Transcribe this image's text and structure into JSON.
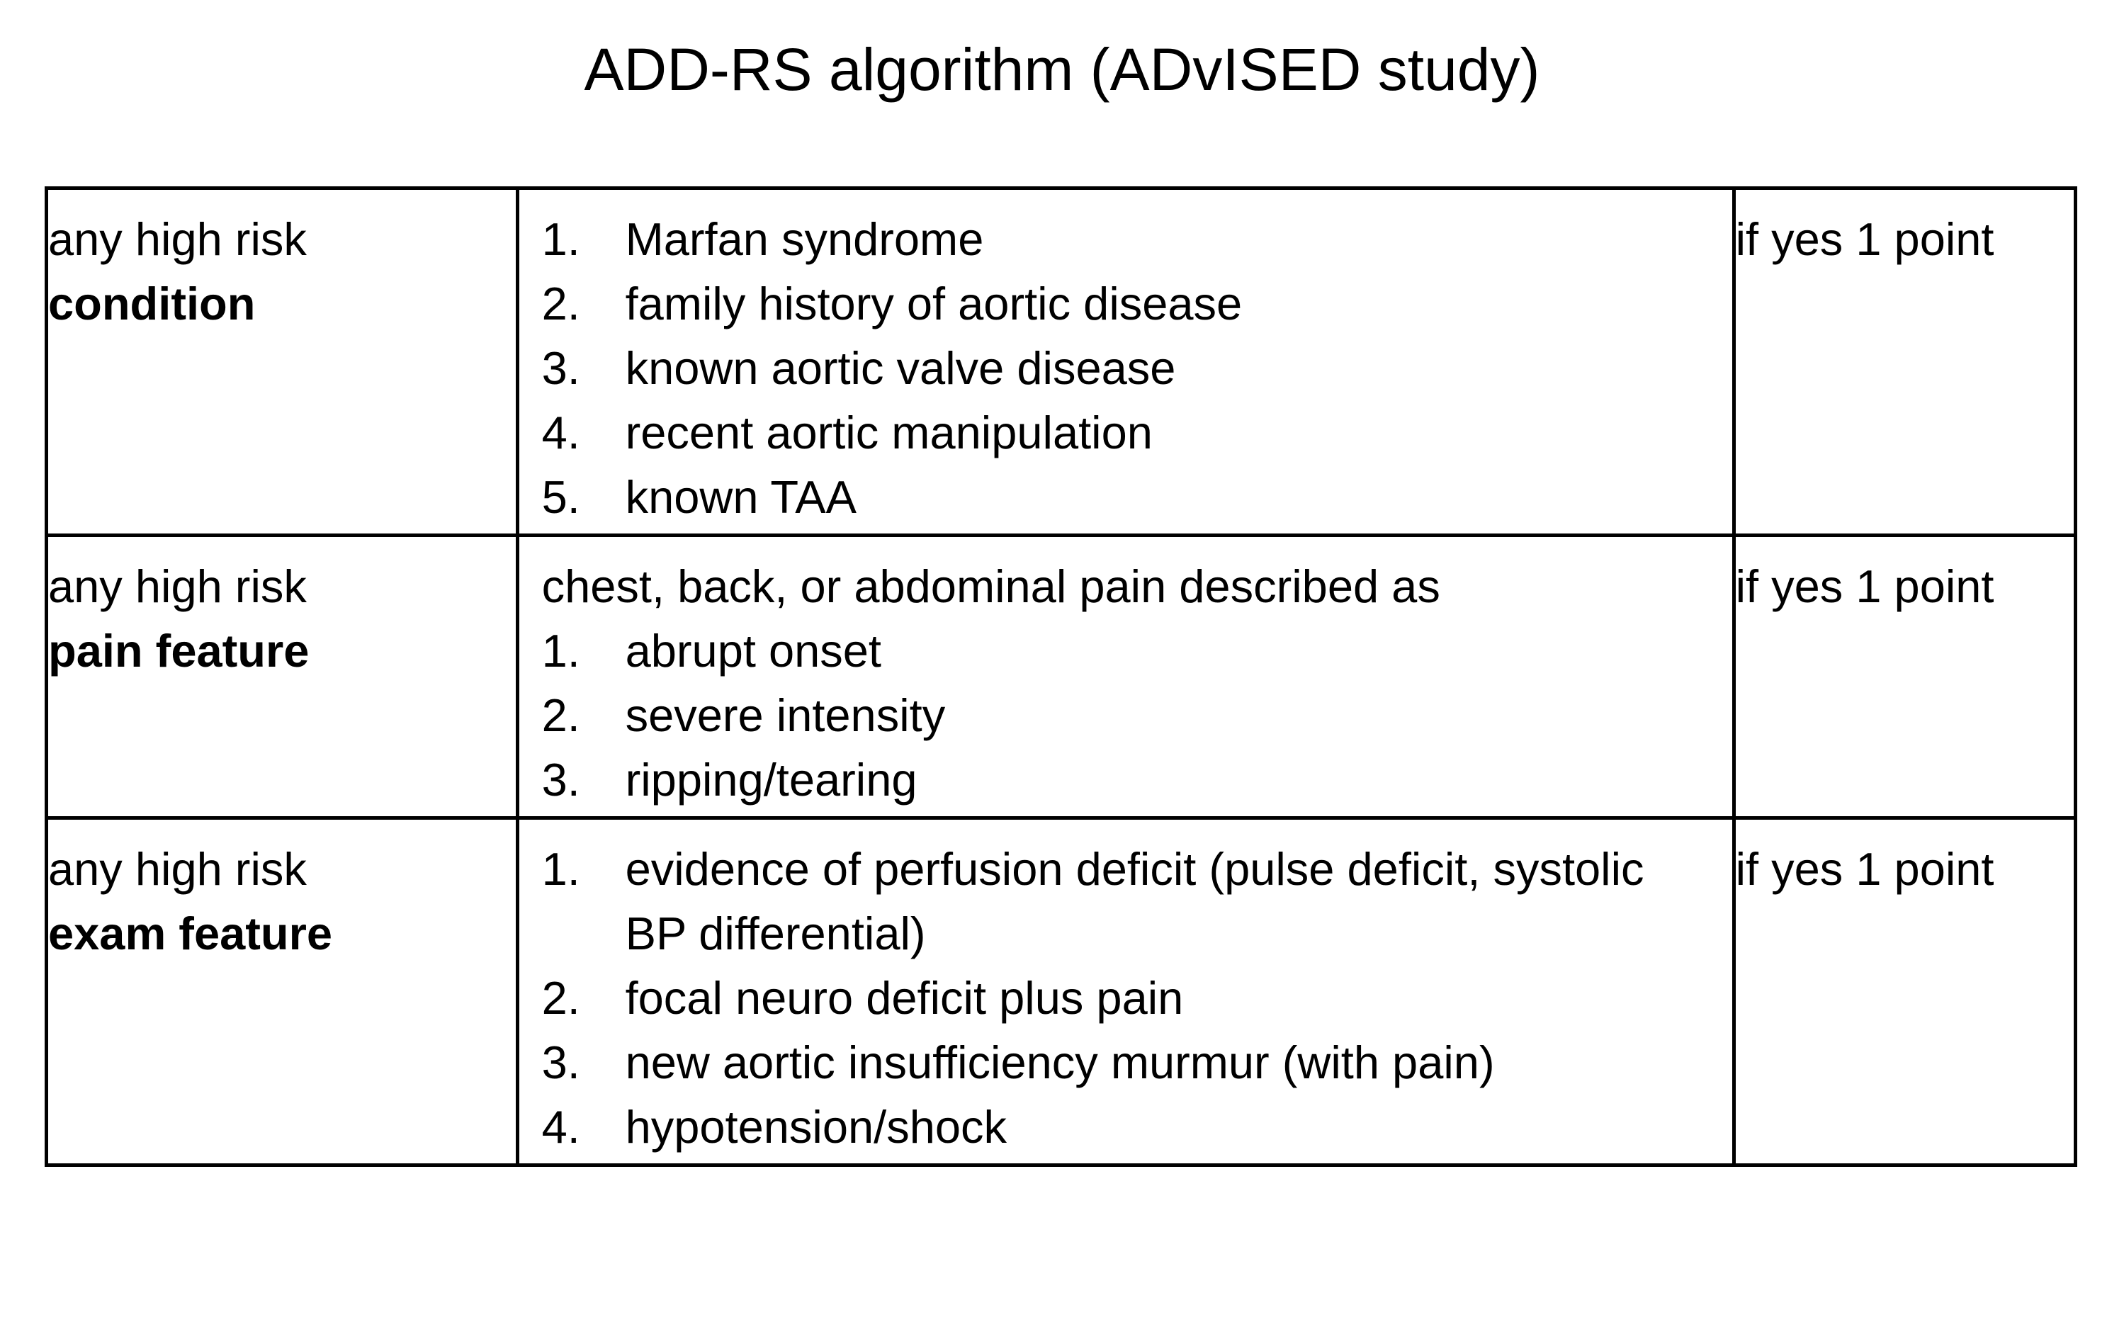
{
  "title": "ADD-RS algorithm (ADvISED study)",
  "colors": {
    "text": "#000000",
    "border": "#000000",
    "background": "#ffffff"
  },
  "table": {
    "rows": [
      {
        "label_prefix": "any high risk",
        "label_bold": "condition",
        "intro": "",
        "items": [
          "Marfan syndrome",
          "family history of aortic disease",
          "known aortic valve disease",
          "recent aortic manipulation",
          "known TAA"
        ],
        "score": "if yes 1 point"
      },
      {
        "label_prefix": "any high risk",
        "label_bold": "pain feature",
        "intro": "chest, back, or abdominal pain described as",
        "items": [
          "abrupt onset",
          "severe intensity",
          "ripping/tearing"
        ],
        "score": "if yes 1 point"
      },
      {
        "label_prefix": "any high risk",
        "label_bold": "exam feature",
        "intro": "",
        "items": [
          "evidence of perfusion deficit (pulse deficit, systolic BP differential)",
          "focal neuro deficit plus pain",
          "new aortic insufficiency murmur (with pain)",
          "hypotension/shock"
        ],
        "score": "if yes 1 point"
      }
    ]
  }
}
